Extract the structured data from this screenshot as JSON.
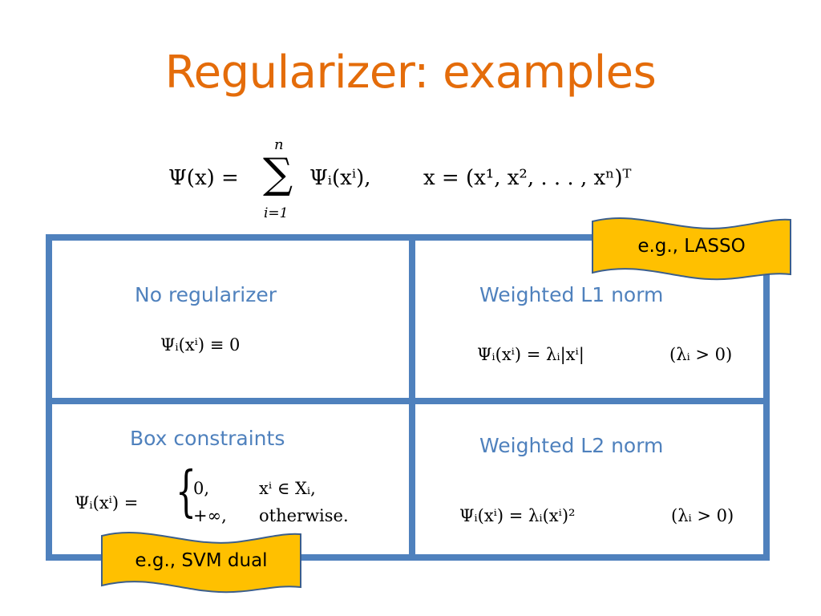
{
  "slide": {
    "title": "Regularizer: examples"
  },
  "formula": {
    "lhs": "Ψ(x) =",
    "sum_upper": "n",
    "sum_lower": "i=1",
    "term": "Ψᵢ(xⁱ),",
    "vector": "x = (x¹, x², . . . , xⁿ)ᵀ"
  },
  "cells": {
    "top_left": {
      "title": "No regularizer",
      "formula": "Ψᵢ(xⁱ) ≡ 0"
    },
    "top_right": {
      "title": "Weighted L1 norm",
      "formula": "Ψᵢ(xⁱ) = λᵢ|xⁱ|",
      "condition": "(λᵢ > 0)"
    },
    "bottom_left": {
      "title": "Box constraints",
      "formula_lhs": "Ψᵢ(xⁱ) =",
      "case1_value": "0,",
      "case1_cond": "xⁱ ∈ Xᵢ,",
      "case2_value": "+∞,",
      "case2_cond": "otherwise."
    },
    "bottom_right": {
      "title": "Weighted L2 norm",
      "formula": "Ψᵢ(xⁱ) = λᵢ(xⁱ)²",
      "condition": "(λᵢ > 0)"
    }
  },
  "callouts": {
    "lasso": "e.g., LASSO",
    "svm": "e.g., SVM dual"
  },
  "colors": {
    "title": "#E46C0A",
    "accent_blue": "#4F81BD",
    "banner_fill": "#FFC000",
    "banner_stroke": "#3B5E8C"
  }
}
